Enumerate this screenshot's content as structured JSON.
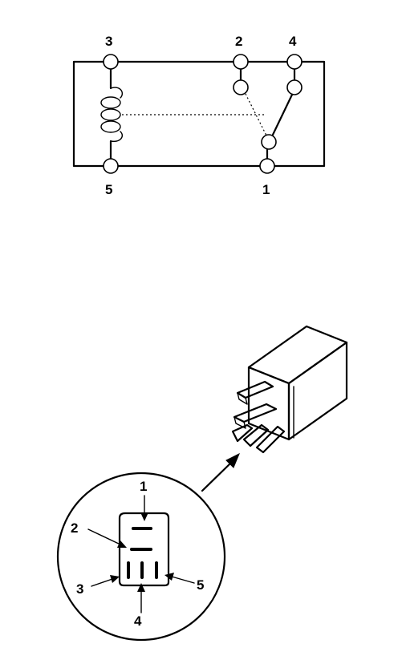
{
  "schematic": {
    "terminals": [
      {
        "id": "t3",
        "label": "3"
      },
      {
        "id": "t2",
        "label": "2"
      },
      {
        "id": "t4",
        "label": "4"
      },
      {
        "id": "t5",
        "label": "5"
      },
      {
        "id": "t1",
        "label": "1"
      }
    ]
  },
  "connector_view": {
    "callouts": [
      {
        "id": "c1",
        "label": "1"
      },
      {
        "id": "c2",
        "label": "2"
      },
      {
        "id": "c3",
        "label": "3"
      },
      {
        "id": "c4",
        "label": "4"
      },
      {
        "id": "c5",
        "label": "5"
      }
    ]
  }
}
